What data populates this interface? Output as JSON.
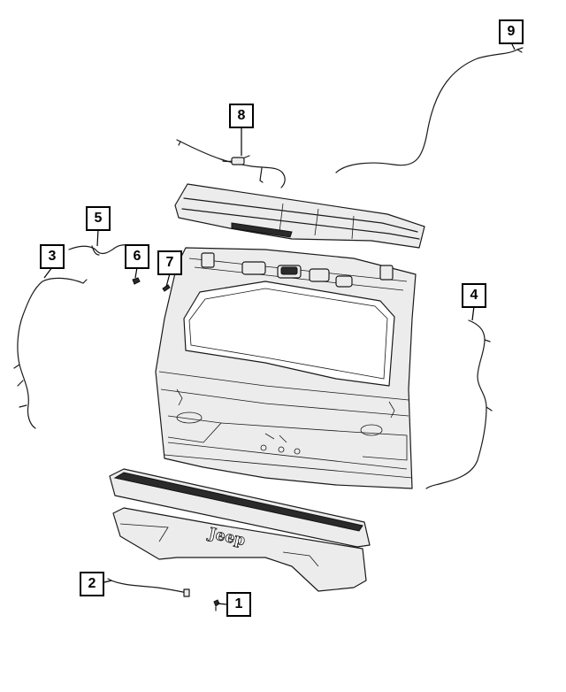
{
  "diagram": {
    "callouts": [
      {
        "id": "1",
        "label": "1"
      },
      {
        "id": "2",
        "label": "2"
      },
      {
        "id": "3",
        "label": "3"
      },
      {
        "id": "4",
        "label": "4"
      },
      {
        "id": "5",
        "label": "5"
      },
      {
        "id": "6",
        "label": "6"
      },
      {
        "id": "7",
        "label": "7"
      },
      {
        "id": "8",
        "label": "8"
      },
      {
        "id": "9",
        "label": "9"
      }
    ],
    "badge_text": "Jeep"
  }
}
